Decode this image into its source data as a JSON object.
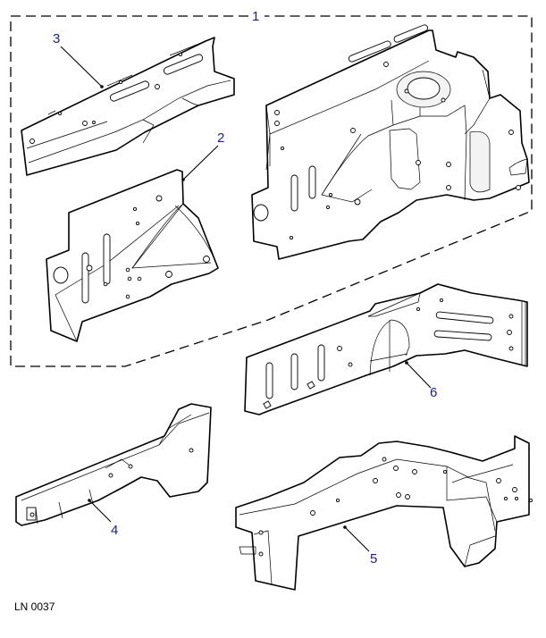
{
  "diagram": {
    "title": "Body side / chassis rail panels",
    "reference": "LN 0037",
    "callout_color": "#1a1aa8",
    "callouts": [
      {
        "id": "1",
        "label": "1",
        "part": "assembly-group-dashed"
      },
      {
        "id": "2",
        "label": "2",
        "part": "footwell-panel"
      },
      {
        "id": "3",
        "label": "3",
        "part": "upper-rail"
      },
      {
        "id": "4",
        "label": "4",
        "part": "lower-rail"
      },
      {
        "id": "5",
        "label": "5",
        "part": "chassis-leg"
      },
      {
        "id": "6",
        "label": "6",
        "part": "reinforcement-panel"
      }
    ]
  }
}
